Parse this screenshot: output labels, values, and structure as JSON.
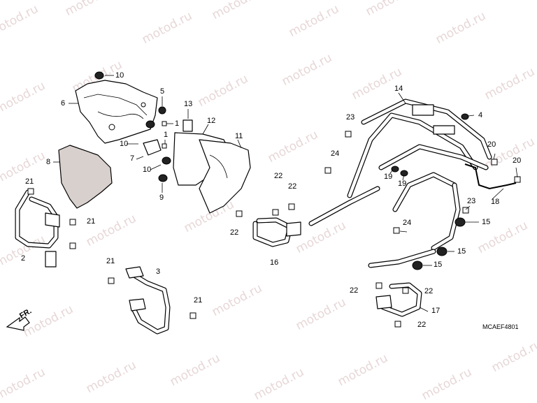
{
  "diagram": {
    "code": "MCAEF4801",
    "front_arrow_label": "FR.",
    "watermark_text": "motod.ru",
    "callouts": [
      {
        "id": "c6",
        "text": "6"
      },
      {
        "id": "c10a",
        "text": "10"
      },
      {
        "id": "c5",
        "text": "5"
      },
      {
        "id": "c1a",
        "text": "1"
      },
      {
        "id": "c10b",
        "text": "10"
      },
      {
        "id": "c1b",
        "text": "1"
      },
      {
        "id": "c7",
        "text": "7"
      },
      {
        "id": "c10c",
        "text": "10"
      },
      {
        "id": "c9",
        "text": "9"
      },
      {
        "id": "c13",
        "text": "13"
      },
      {
        "id": "c12",
        "text": "12"
      },
      {
        "id": "c11",
        "text": "11"
      },
      {
        "id": "c8",
        "text": "8"
      },
      {
        "id": "c21a",
        "text": "21"
      },
      {
        "id": "c21b",
        "text": "21"
      },
      {
        "id": "c2",
        "text": "2"
      },
      {
        "id": "c21c",
        "text": "21"
      },
      {
        "id": "c3",
        "text": "3"
      },
      {
        "id": "c21d",
        "text": "21"
      },
      {
        "id": "c22a",
        "text": "22"
      },
      {
        "id": "c22b",
        "text": "22"
      },
      {
        "id": "c22c",
        "text": "22"
      },
      {
        "id": "c16",
        "text": "16"
      },
      {
        "id": "c14",
        "text": "14"
      },
      {
        "id": "c4",
        "text": "4"
      },
      {
        "id": "c23a",
        "text": "23"
      },
      {
        "id": "c24a",
        "text": "24"
      },
      {
        "id": "c19a",
        "text": "19"
      },
      {
        "id": "c19b",
        "text": "19"
      },
      {
        "id": "c20a",
        "text": "20"
      },
      {
        "id": "c20b",
        "text": "20"
      },
      {
        "id": "c18",
        "text": "18"
      },
      {
        "id": "c23b",
        "text": "23"
      },
      {
        "id": "c15a",
        "text": "15"
      },
      {
        "id": "c24b",
        "text": "24"
      },
      {
        "id": "c15b",
        "text": "15"
      },
      {
        "id": "c15c",
        "text": "15"
      },
      {
        "id": "c22d",
        "text": "22"
      },
      {
        "id": "c22e",
        "text": "22"
      },
      {
        "id": "c17",
        "text": "17"
      },
      {
        "id": "c22f",
        "text": "22"
      }
    ]
  }
}
